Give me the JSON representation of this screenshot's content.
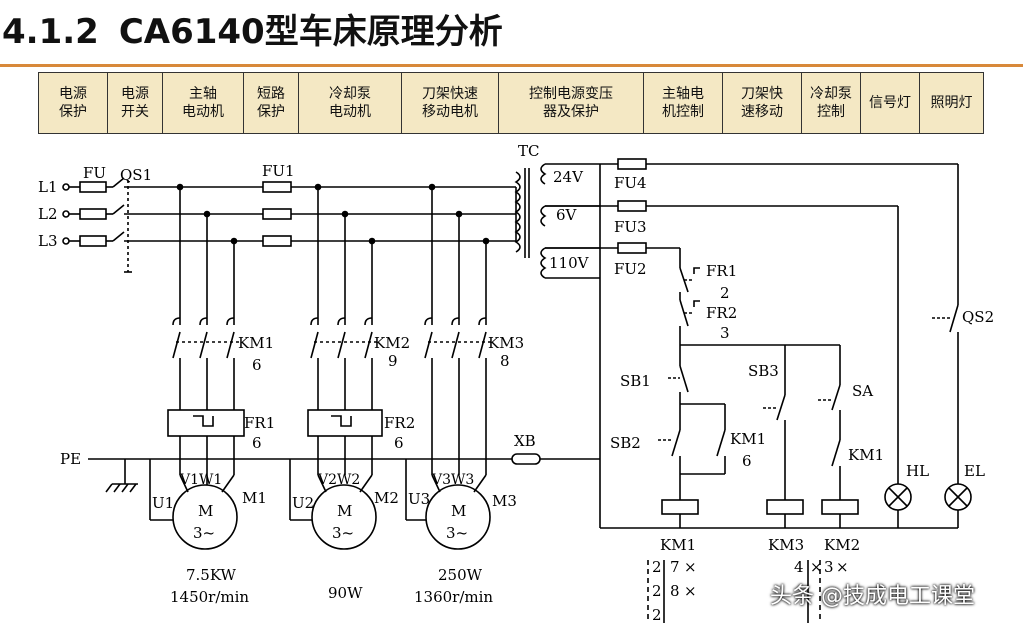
{
  "title": {
    "number": "4.1.2",
    "text": "CA6140型车床原理分析"
  },
  "header": [
    "电源\n保护",
    "电源\n开关",
    "主轴\n电动机",
    "短路\n保护",
    "冷却泵\n电动机",
    "刀架快速\n移动电机",
    "控制电源变压\n器及保护",
    "主轴电\n机控制",
    "刀架快\n速移动",
    "冷却泵\n控制",
    "信号灯",
    "照明灯"
  ],
  "labels": {
    "FU": "FU",
    "QS1": "QS1",
    "L1": "L1",
    "L2": "L2",
    "L3": "L3",
    "FU1": "FU1",
    "TC": "TC",
    "v24": "24V",
    "v6": "6V",
    "v110": "110V",
    "FU4": "FU4",
    "FU3": "FU3",
    "FU2": "FU2",
    "FR1c": "FR1",
    "FR1c_n": "2",
    "FR2c": "FR2",
    "FR2c_n": "3",
    "QS2": "QS2",
    "SB1": "SB1",
    "SB3": "SB3",
    "SA": "SA",
    "SB2": "SB2",
    "KM1c": "KM1",
    "KM1c_n": "6",
    "KM1b": "KM1",
    "HL": "HL",
    "EL": "EL",
    "XB": "XB",
    "PE": "PE",
    "KM1": "KM1",
    "KM1_n": "6",
    "KM2": "KM2",
    "KM2_n": "9",
    "KM3": "KM3",
    "KM3_n": "8",
    "FR1": "FR1",
    "FR1_n": "6",
    "FR2": "FR2",
    "FR2_n": "6",
    "U1": "U1",
    "V1W1": "V1W1",
    "M1": "M1",
    "U2": "U2",
    "V2W2": "V2W2",
    "M2": "M2",
    "U3": "U3",
    "V3W3": "V3W3",
    "M3": "M3",
    "M": "M",
    "phase": "3~",
    "m1_power": "7.5KW",
    "m1_speed": "1450r/min",
    "m2_power": "90W",
    "m3_power": "250W",
    "m3_speed": "1360r/min",
    "coil1": "KM1",
    "coil2": "KM3",
    "coil3": "KM2",
    "t_2": "2",
    "t_7": "7",
    "t_8": "8",
    "t_4": "4",
    "t_3": "3",
    "t_x": "×"
  },
  "watermark": "头条 @技成电工课堂"
}
